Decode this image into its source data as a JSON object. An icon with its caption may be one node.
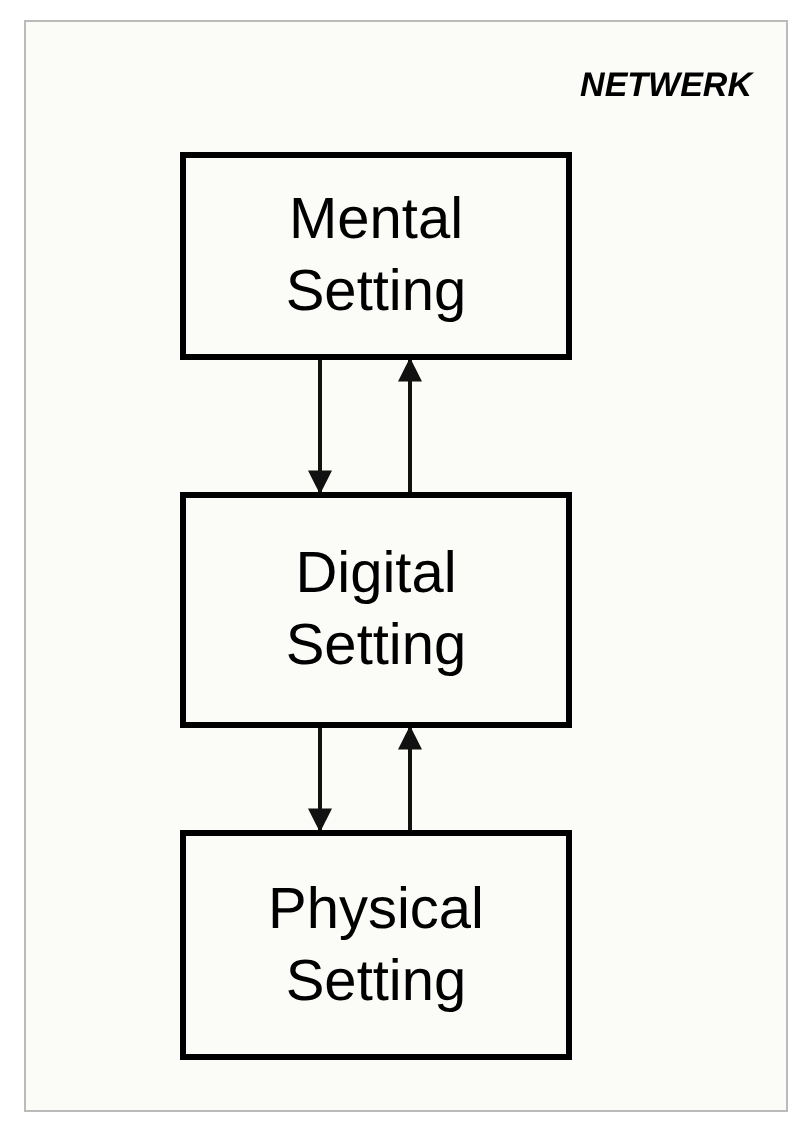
{
  "diagram": {
    "title": "NETWERK",
    "nodes": [
      {
        "text": [
          "Mental Setting"
        ]
      },
      {
        "text": [
          "Digital Setting"
        ]
      },
      {
        "text": [
          "Physical Setting"
        ]
      }
    ],
    "edges": [
      {
        "from": 0,
        "to": 1,
        "arrow": "to"
      },
      {
        "from": 1,
        "to": 0,
        "arrow": "to"
      },
      {
        "from": 1,
        "to": 2,
        "arrow": "to"
      },
      {
        "from": 2,
        "to": 1,
        "arrow": "to"
      }
    ]
  }
}
